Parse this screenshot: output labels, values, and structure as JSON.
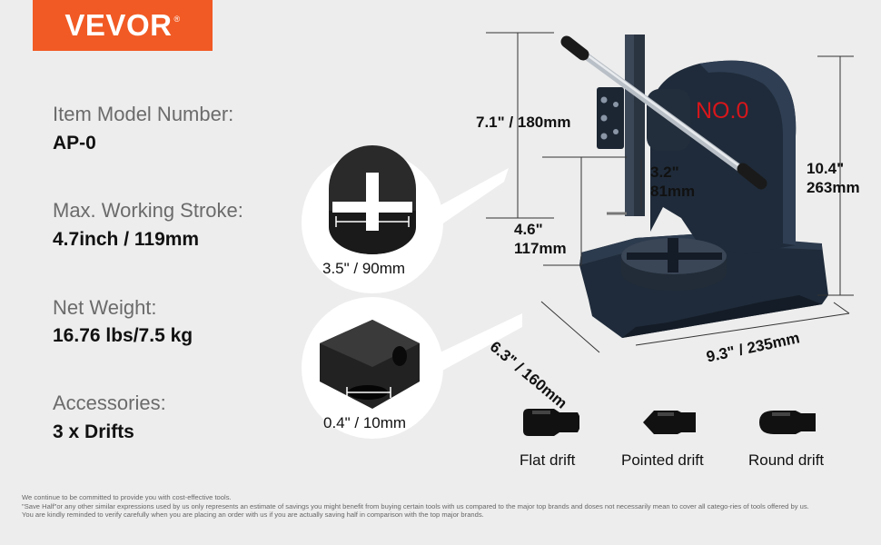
{
  "brand": {
    "name": "VEVOR",
    "mark": "®"
  },
  "specs": [
    {
      "label": "Item Model Number:",
      "value": "AP-0"
    },
    {
      "label": "Max. Working Stroke:",
      "value": "4.7inch / 119mm"
    },
    {
      "label": "Net Weight:",
      "value": "16.76 lbs/7.5 kg"
    },
    {
      "label": "Accessories:",
      "value": "3 x Drifts"
    }
  ],
  "press": {
    "stamp": "NO.0"
  },
  "dimensions": {
    "top_height": "7.1\" / 180mm",
    "throat": "3.2\"",
    "throat_mm": "81mm",
    "ram_gap": "4.6\"",
    "ram_gap_mm": "117mm",
    "total_height": "10.4\"",
    "total_height_mm": "263mm",
    "base_depth": "6.3\" / 160mm",
    "base_width": "9.3\" / 235mm"
  },
  "details": {
    "plate_diameter": "3.5\" / 90mm",
    "hole_diameter": "0.4\" / 10mm"
  },
  "drifts": [
    {
      "label": "Flat drift",
      "icon": "flat-drift-icon"
    },
    {
      "label": "Pointed drift",
      "icon": "pointed-drift-icon"
    },
    {
      "label": "Round drift",
      "icon": "round-drift-icon"
    }
  ],
  "disclaimer": [
    "We continue to be committed to provide you with cost-effective tools.",
    "\"Save Half\"or any other similar expressions used by us only represents an estimate of savings you might benefit from buying certain tools with us compared to the major top brands and doses not necessarily mean to cover all catego-ries of tools offered by us.",
    "You are kindly reminded to verify carefully when you are placing an order with us if you are actually saving half in comparison with the top major brands."
  ],
  "colors": {
    "brand": "#f15a24",
    "press": "#1f2b3a",
    "stamp": "#d8161b"
  }
}
